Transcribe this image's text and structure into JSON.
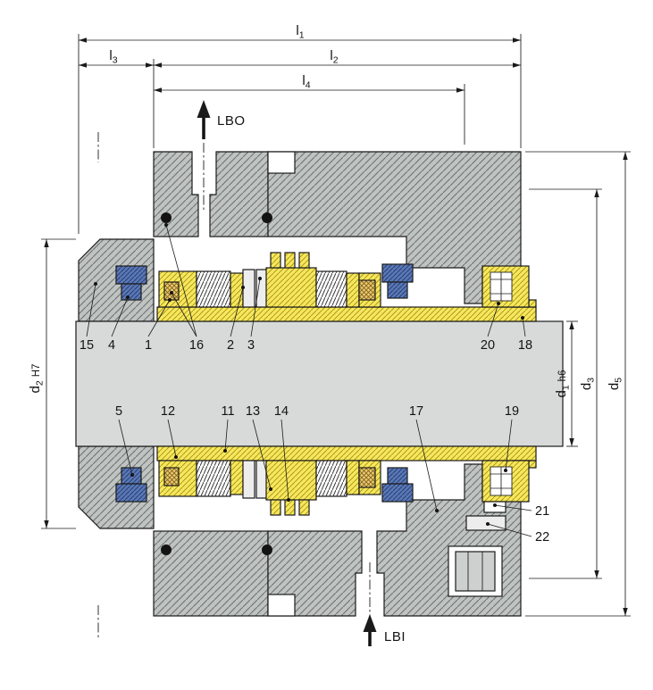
{
  "drawing": {
    "ports": {
      "lbo": "LBO",
      "lbi": "LBI"
    },
    "dims": {
      "l1": {
        "base": "l",
        "sub": "1"
      },
      "l2": {
        "base": "l",
        "sub": "2"
      },
      "l3": {
        "base": "l",
        "sub": "3"
      },
      "l4": {
        "base": "l",
        "sub": "4"
      },
      "d1": {
        "base": "d",
        "sub": "1",
        "tol": "h6"
      },
      "d2": {
        "base": "d",
        "sub": "2",
        "tol": "H7"
      },
      "d3": {
        "base": "d",
        "sub": "3"
      },
      "d5": {
        "base": "d",
        "sub": "5"
      }
    },
    "callouts": {
      "upper": [
        {
          "n": "15"
        },
        {
          "n": "4"
        },
        {
          "n": "1"
        },
        {
          "n": "16"
        },
        {
          "n": "2"
        },
        {
          "n": "3"
        },
        {
          "n": "20"
        },
        {
          "n": "18"
        }
      ],
      "lower": [
        {
          "n": "5"
        },
        {
          "n": "12"
        },
        {
          "n": "11"
        },
        {
          "n": "13"
        },
        {
          "n": "14"
        },
        {
          "n": "17"
        },
        {
          "n": "19"
        }
      ],
      "right": [
        {
          "n": "21"
        },
        {
          "n": "22"
        }
      ]
    },
    "colors": {
      "housing": "#bfc3c1",
      "components": "#f6e75e",
      "elastomer": "#5c77b2",
      "packing": "#ecca72",
      "shaft": "#d7dad8",
      "line": "#1b1b1b"
    }
  }
}
